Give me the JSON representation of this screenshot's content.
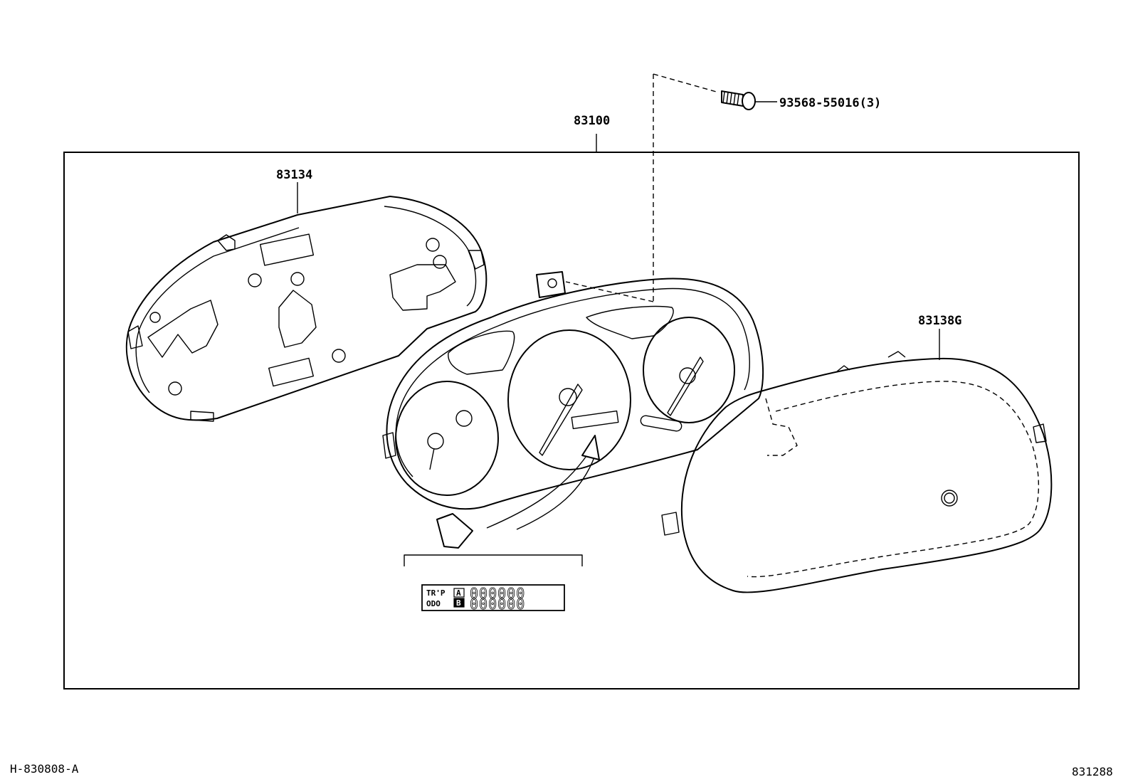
{
  "labels": {
    "assembly": "83100",
    "bolt": "93568-55016(3)",
    "rear_case": "83134",
    "glass": "83138G"
  },
  "display": {
    "trip_label": "TR'P",
    "odo_label": "ODO",
    "mode_a": "A",
    "mode_b": "B",
    "digits_top": "000000",
    "digits_bottom": "000000"
  },
  "footer": {
    "left_code": "H-830808-A",
    "right_code": "831288"
  }
}
